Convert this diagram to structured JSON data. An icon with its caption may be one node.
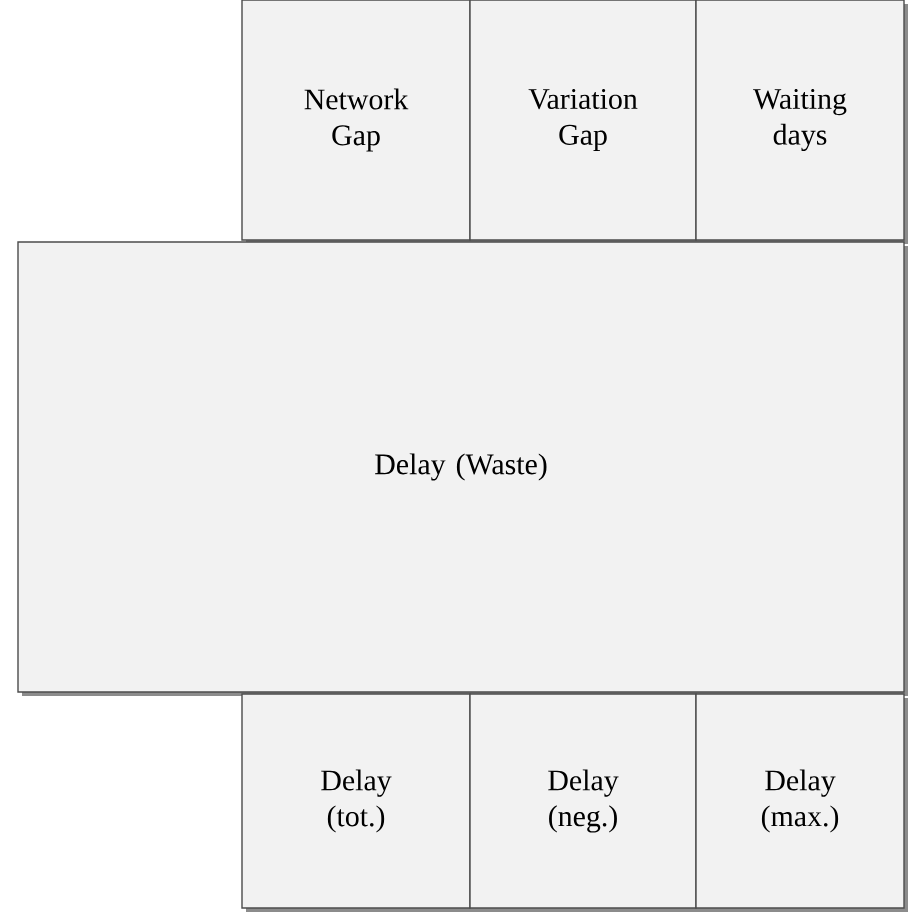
{
  "diagram": {
    "nodes": [
      {
        "text": [
          "Network Gap"
        ]
      },
      {
        "text": [
          "Variation Gap"
        ]
      },
      {
        "text": [
          "Waiting days"
        ]
      },
      {
        "text": [
          "Delay (Waste)"
        ]
      },
      {
        "text": [
          "Delay (tot.)"
        ]
      },
      {
        "text": [
          "Delay (neg.)"
        ]
      },
      {
        "text": [
          "Delay (max.)"
        ]
      }
    ]
  }
}
